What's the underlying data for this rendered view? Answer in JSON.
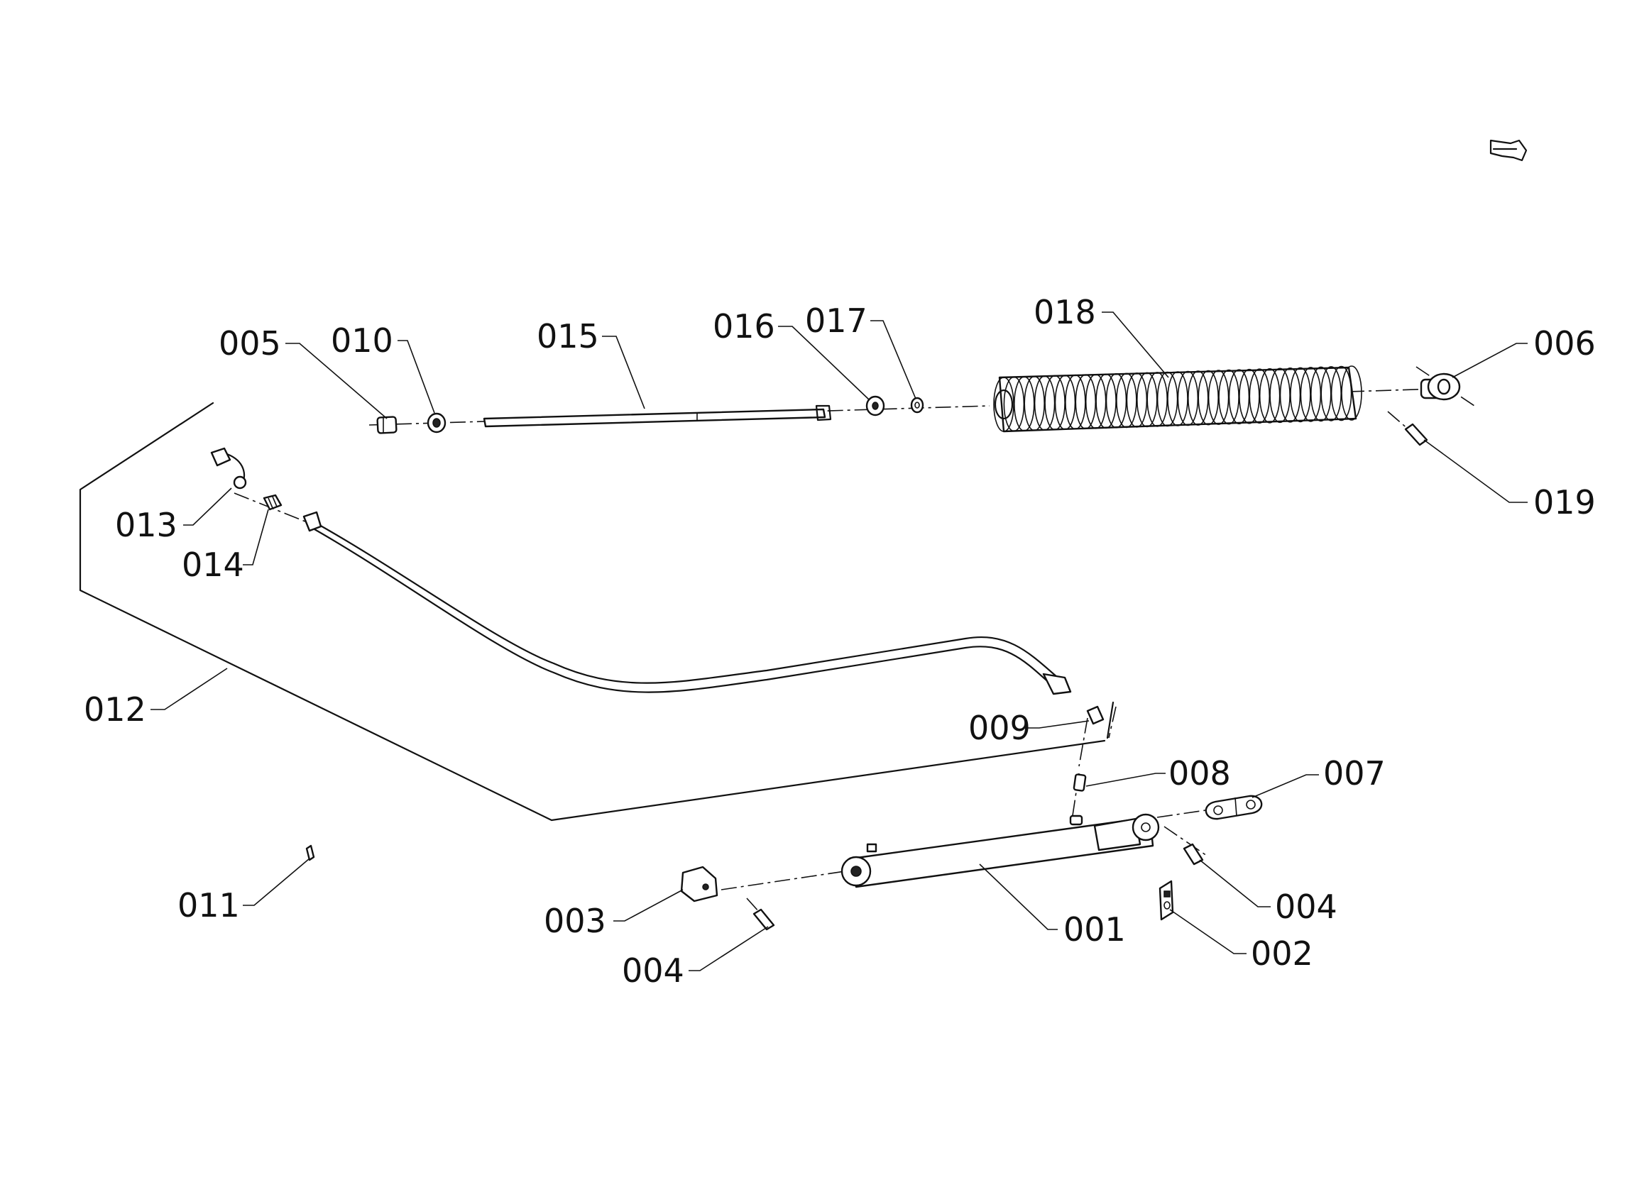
{
  "diagram": {
    "parts": [
      {
        "id": "p001",
        "label": "001"
      },
      {
        "id": "p002",
        "label": "002"
      },
      {
        "id": "p003",
        "label": "003"
      },
      {
        "id": "p004a",
        "label": "004"
      },
      {
        "id": "p004b",
        "label": "004"
      },
      {
        "id": "p005",
        "label": "005"
      },
      {
        "id": "p006",
        "label": "006"
      },
      {
        "id": "p007",
        "label": "007"
      },
      {
        "id": "p008",
        "label": "008"
      },
      {
        "id": "p009",
        "label": "009"
      },
      {
        "id": "p010",
        "label": "010"
      },
      {
        "id": "p011",
        "label": "011"
      },
      {
        "id": "p012",
        "label": "012"
      },
      {
        "id": "p013",
        "label": "013"
      },
      {
        "id": "p014",
        "label": "014"
      },
      {
        "id": "p015",
        "label": "015"
      },
      {
        "id": "p016",
        "label": "016"
      },
      {
        "id": "p017",
        "label": "017"
      },
      {
        "id": "p018",
        "label": "018"
      },
      {
        "id": "p019",
        "label": "019"
      }
    ],
    "orientation_icon": "direction-arrow-icon"
  }
}
